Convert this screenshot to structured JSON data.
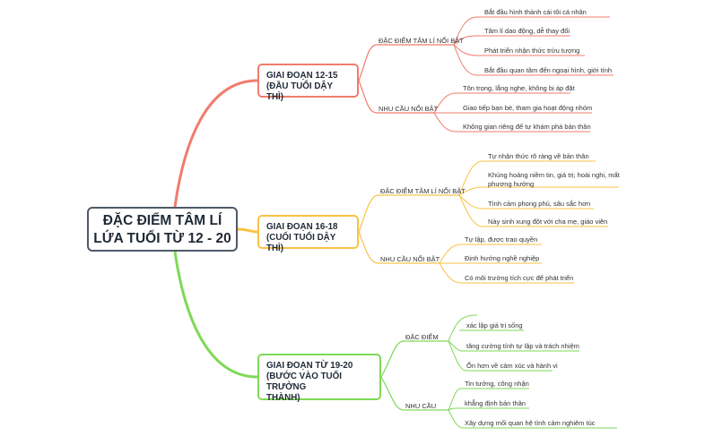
{
  "root": {
    "line1": "ĐẶC ĐIỂM TÂM LÍ",
    "line2": "LỨA TUỔI TỪ 12 - 20"
  },
  "colors": {
    "stage1": "#f07c6d",
    "stage2": "#f8c244",
    "stage3": "#7ed957",
    "root_border": "#4f5a68"
  },
  "stages": [
    {
      "line1": "GIAI ĐOẠN 12-15",
      "line2": "(ĐẦU TUỔI DẬY THÌ)",
      "groups": [
        {
          "label": "ĐẶC ĐIỂM TÂM LÍ NỔI BẬT",
          "items": [
            "Bắt đầu hình thành cái tôi cá nhân",
            "Tâm lí dao động, dễ thay đổi",
            "Phát triển nhận thức trừu tượng",
            "Bắt đầu quan tâm đến ngoại hình, giới tính"
          ]
        },
        {
          "label": "NHU CẦU NỔI BẬT",
          "items": [
            "Tôn trọng, lắng nghe, không bị áp đặt",
            "Giao tiếp bạn bè, tham gia hoạt động nhóm",
            "Không gian riêng để tự khám phá bản thân"
          ]
        }
      ]
    },
    {
      "line1": "GIAI ĐOẠN 16-18",
      "line2": "(CUỐI TUỔI DẬY THÌ)",
      "groups": [
        {
          "label": "ĐẶC ĐIỂM TÂM LÍ NỔI BẬT",
          "items": [
            "Tự nhận thức rõ ràng về bản thân",
            "Khủng hoảng niềm tin, giá trị; hoài nghi, mất phương hướng",
            "Tình cảm phong phú, sâu sắc hơn",
            "Nảy sinh xung đột với cha mẹ, giáo viên"
          ]
        },
        {
          "label": "NHU CẦU NỔI BẬT",
          "items": [
            "Tự lập, được trao quyền",
            "Định hướng nghề nghiệp",
            "Có môi trường tích cực để phát triển"
          ]
        }
      ]
    },
    {
      "line1": "GIAI ĐOẠN TỪ 19-20",
      "line2": "(BƯỚC VÀO TUỔI TRƯỞNG",
      "line3": "THÀNH)",
      "groups": [
        {
          "label": "ĐẶC ĐIỂM",
          "items": [
            "xác lập giá trị sống",
            "tăng cường tính tự lập và trách nhiệm",
            "Ổn hơn về cảm xúc và hành vi"
          ]
        },
        {
          "label": "NHU CẦU",
          "items": [
            "Tin tưởng, công nhận",
            "khẳng định bản thân",
            "Xây dựng mối quan hệ tình cảm nghiêm túc"
          ]
        }
      ]
    }
  ]
}
